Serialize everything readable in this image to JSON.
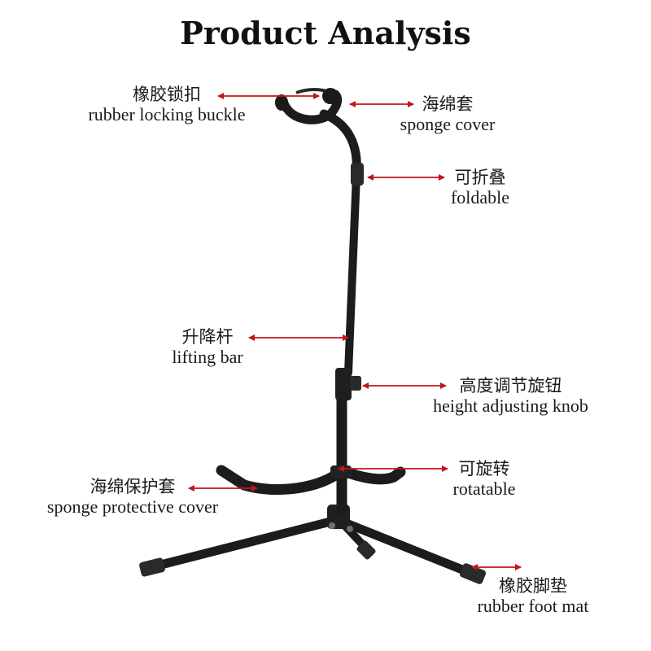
{
  "title": "Product Analysis",
  "accent_color": "#c0161a",
  "product_color": "#1c1c1c",
  "labels": {
    "locking_buckle": {
      "zh": "橡胶锁扣",
      "en": "rubber locking buckle"
    },
    "sponge_cover": {
      "zh": "海绵套",
      "en": "sponge cover"
    },
    "foldable": {
      "zh": "可折叠",
      "en": "foldable"
    },
    "lifting_bar": {
      "zh": "升降杆",
      "en": "lifting bar"
    },
    "height_knob": {
      "zh": "高度调节旋钮",
      "en": "height adjusting knob"
    },
    "protective_cover": {
      "zh": "海绵保护套",
      "en": "sponge protective cover"
    },
    "rotatable": {
      "zh": "可旋转",
      "en": "rotatable"
    },
    "foot_mat": {
      "zh": "橡胶脚垫",
      "en": "rubber foot mat"
    }
  }
}
